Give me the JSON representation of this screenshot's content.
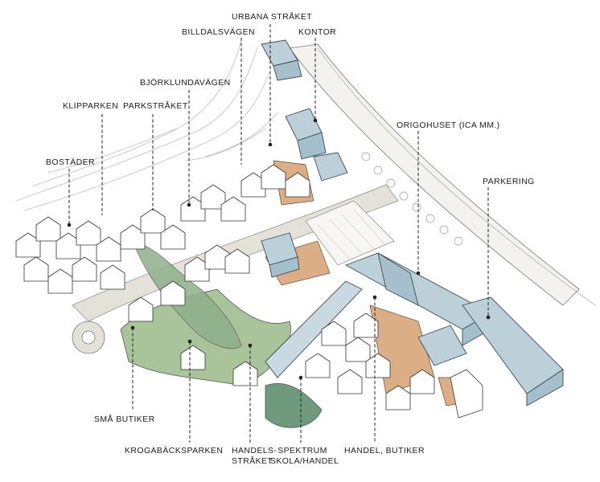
{
  "labels": {
    "urbana_straket": "URBANA STRÅKET",
    "billdalsvagen": "BILLDALSVÄGEN",
    "kontor": "KONTOR",
    "bjorklundavagen": "BJÖRKLUNDAVÄGEN",
    "klipparken": "KLIPPARKEN",
    "parkstraket": "PARKSTRÅKET",
    "origohuset": "ORIGOHUSET (ICA MM.)",
    "bostader": "BOSTÄDER",
    "parkering": "PARKERING",
    "sma_butiker": "SMÅ BUTIKER",
    "krogabacksparken": "KROGABÄCKSPARKEN",
    "handelsstraket_1": "HANDELS-",
    "handelsstraket_2": "STRÅKET",
    "spektrum_1": "SPEKTRUM",
    "spektrum_2": "SKOLA/HANDEL",
    "handel_butiker": "HANDEL, BUTIKER"
  },
  "colors": {
    "park_green": "#a9c49a",
    "dark_green": "#6f9a7c",
    "plaza_orange": "#dcae86",
    "road_grey": "#e4e1d8",
    "commercial_blue": "#bcd0da",
    "house_fill": "#ffffff",
    "line": "#333333"
  }
}
